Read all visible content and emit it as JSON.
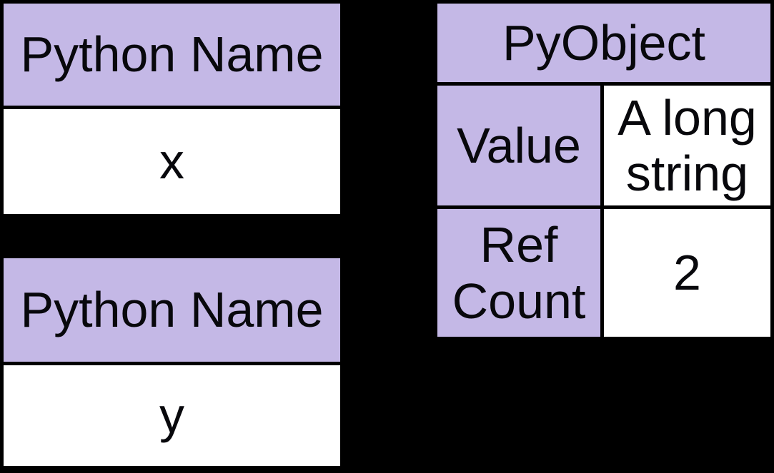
{
  "colors": {
    "background": "#000000",
    "header_fill": "#c4b8e6",
    "cell_fill": "#ffffff",
    "border": "#000000",
    "text": "#08080c"
  },
  "left_tables": [
    {
      "header": "Python Name",
      "value": "x"
    },
    {
      "header": "Python Name",
      "value": "y"
    }
  ],
  "pyobject_table": {
    "title": "PyObject",
    "rows": [
      {
        "label": "Value",
        "value": "A long string"
      },
      {
        "label": "Ref Count",
        "value": "2"
      }
    ]
  }
}
